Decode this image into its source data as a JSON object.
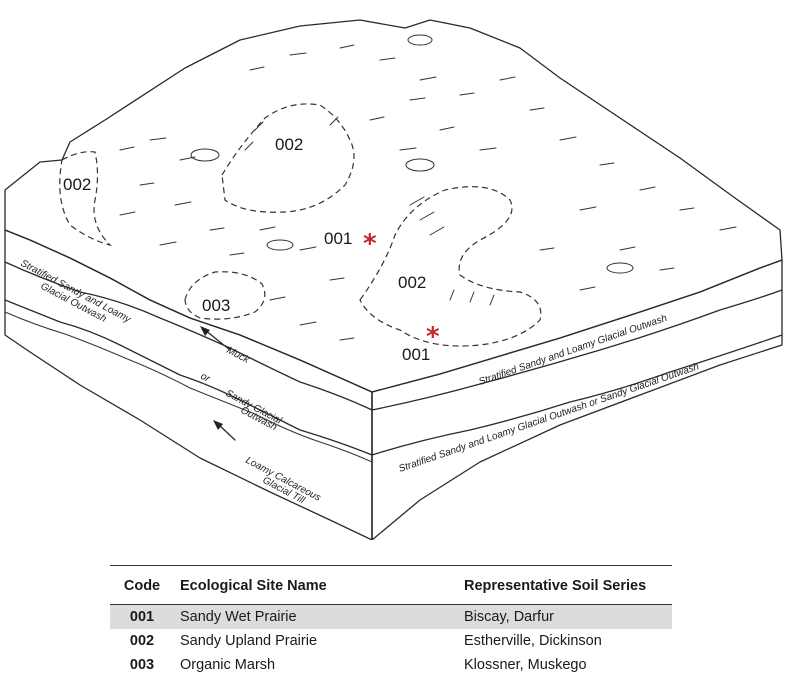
{
  "diagram": {
    "site_labels": {
      "a": "002",
      "b": "002",
      "c": "001",
      "d": "002",
      "e": "003",
      "f": "001"
    },
    "layer_labels": {
      "left_top_1": "Stratified Sandy and Loamy",
      "left_top_2": "Glacial Outwash",
      "muck": "Muck",
      "or": "or",
      "sandy_1": "Sandy Glacial",
      "sandy_2": "Outwash",
      "till_1": "Loamy Calcareous",
      "till_2": "Glacial Till",
      "right_top": "Stratified Sandy and Loamy Glacial Outwash",
      "right_bottom": "Stratified Sandy and Loamy Glacial Outwash or Sandy Glacial Outwash"
    },
    "marker_color": "#c62828"
  },
  "table": {
    "headers": {
      "code": "Code",
      "name": "Ecological  Site Name",
      "series": "Representative Soil Series"
    },
    "rows": [
      {
        "code": "001",
        "name": "Sandy Wet Prairie",
        "series": "Biscay, Darfur"
      },
      {
        "code": "002",
        "name": "Sandy Upland Prairie",
        "series": "Estherville, Dickinson"
      },
      {
        "code": "003",
        "name": "Organic Marsh",
        "series": "Klossner, Muskego"
      }
    ]
  }
}
